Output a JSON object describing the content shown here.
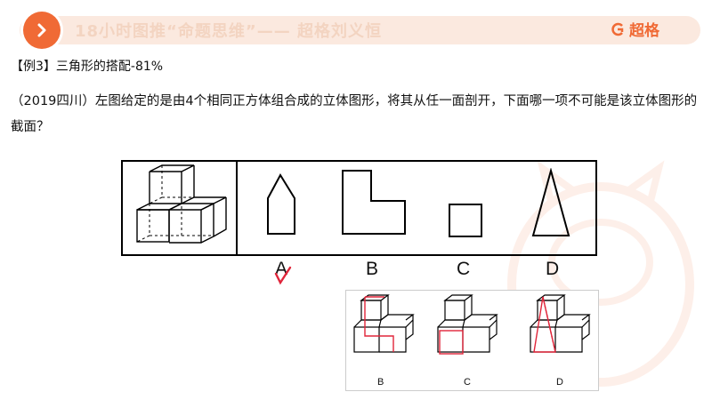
{
  "header": {
    "title": "18小时图推“命题思维”—— 超格刘义恒",
    "brand": "超格"
  },
  "problem": {
    "title": "【例3】三角形的搭配-81%",
    "question": "（2019四川）左图给定的是由4个相同正方体组合成的立体图形，将其从任一面剖开，下面哪一项不可能是该立体图形的截面？"
  },
  "options": [
    {
      "label": "A",
      "shape": "pentagon-house"
    },
    {
      "label": "B",
      "shape": "l-shape"
    },
    {
      "label": "C",
      "shape": "square"
    },
    {
      "label": "D",
      "shape": "triangle"
    }
  ],
  "solution_labels": [
    "B",
    "C",
    "D"
  ],
  "colors": {
    "accent": "#f06a35",
    "header_bg": "#fbe9df",
    "mark": "#e0253a"
  }
}
